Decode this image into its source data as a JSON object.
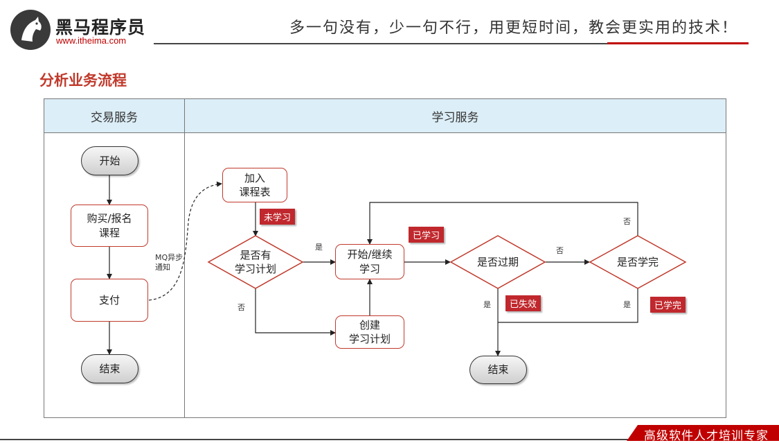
{
  "header": {
    "brand_name": "黑马程序员",
    "brand_url": "www.itheima.com",
    "slogan": "多一句没有，少一句不行，用更短时间，教会更实用的技术！"
  },
  "page_title": "分析业务流程",
  "lanes": {
    "trade": "交易服务",
    "study": "学习服务"
  },
  "nodes": {
    "start": "开始",
    "buy": "购买/报名\n课程",
    "pay": "支付",
    "end_trade": "结束",
    "add_course": "加入\n课程表",
    "has_plan": "是否有\n学习计划",
    "start_learn": "开始/继续\n学习",
    "create_plan": "创建\n学习计划",
    "expired": "是否过期",
    "finished": "是否学完",
    "end_study": "结束"
  },
  "tags": {
    "not_learned": "未学习",
    "learned": "已学习",
    "expired": "已失效",
    "finished": "已学完"
  },
  "edge_labels": {
    "mq": "MQ异步\n通知",
    "yes_plan": "是",
    "no_plan": "否",
    "no_expired": "否",
    "yes_expired": "是",
    "no_finished": "否",
    "yes_finished": "是"
  },
  "footer": {
    "text": "高级软件人才培训专家"
  },
  "colors": {
    "accent_red": "#c0282d",
    "lane_header": "#dceef7",
    "node_border": "#c0392b"
  }
}
